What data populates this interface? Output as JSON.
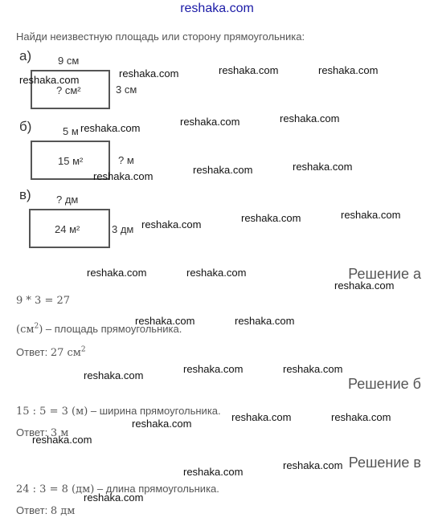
{
  "site": {
    "header": "reshaka.com",
    "watermark": "reshaka.com"
  },
  "task": "Найди неизвестную площадь или сторону прямоугольника:",
  "figures": {
    "a": {
      "label": "а)",
      "top": "9 см",
      "area": "? см²",
      "side": "3 см"
    },
    "b": {
      "label": "б)",
      "top": "5 м",
      "area": "15 м²",
      "side": "? м"
    },
    "c": {
      "label": "в)",
      "top": "? дм",
      "area": "24 м²",
      "side": "3 дм"
    }
  },
  "solutions": {
    "a": {
      "title": "Решение а",
      "expr": "9 * 3 = 27",
      "unit": "(см",
      "unit_sup": "2",
      "unit_close": ")",
      "desc": " – площадь прямоугольника.",
      "answer_label": "Ответ: ",
      "answer": "27 см",
      "answer_sup": "2"
    },
    "b": {
      "title": "Решение б",
      "expr": "15 : 5 = 3 (м)",
      "desc": " – ширина прямоугольника.",
      "answer_label": "Ответ: ",
      "answer": "3 м"
    },
    "c": {
      "title": "Решение в",
      "expr": "24 : 3 = 8 (дм)",
      "desc": " – длина прямоугольника.",
      "answer_label": "Ответ: ",
      "answer": "8 дм"
    }
  }
}
